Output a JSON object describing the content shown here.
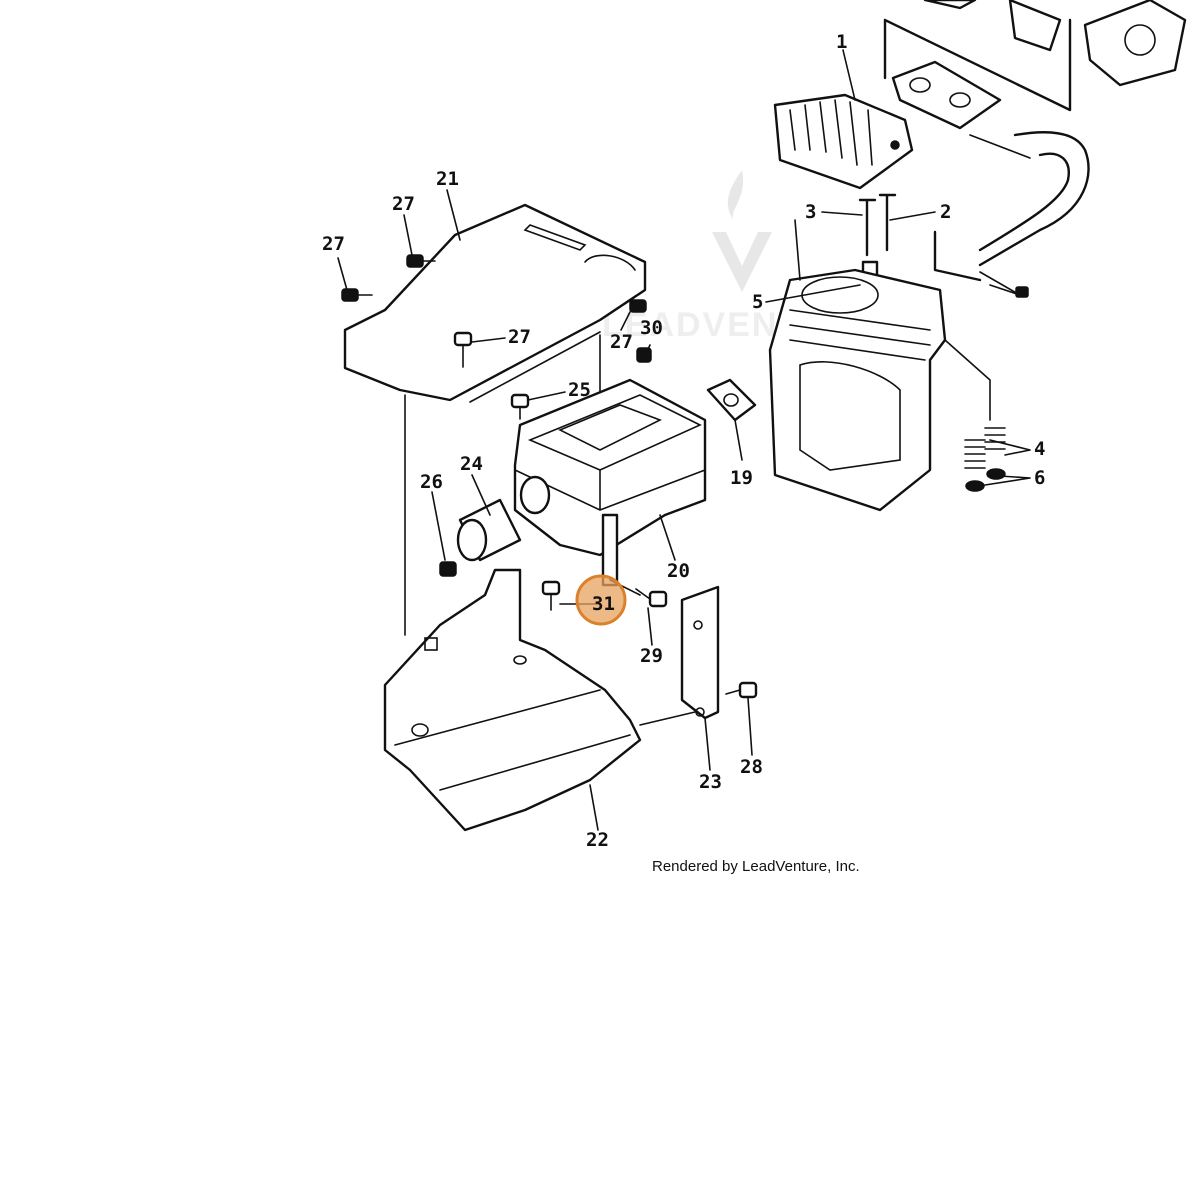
{
  "diagram": {
    "highlight_color": "#d9822b",
    "highlighted_callout": "31",
    "callouts": [
      {
        "id": "c1",
        "text": "1"
      },
      {
        "id": "c2",
        "text": "2"
      },
      {
        "id": "c3",
        "text": "3"
      },
      {
        "id": "c4",
        "text": "4"
      },
      {
        "id": "c5",
        "text": "5"
      },
      {
        "id": "c6",
        "text": "6"
      },
      {
        "id": "c19",
        "text": "19"
      },
      {
        "id": "c20",
        "text": "20"
      },
      {
        "id": "c21",
        "text": "21"
      },
      {
        "id": "c22",
        "text": "22"
      },
      {
        "id": "c23",
        "text": "23"
      },
      {
        "id": "c24",
        "text": "24"
      },
      {
        "id": "c25",
        "text": "25"
      },
      {
        "id": "c26",
        "text": "26"
      },
      {
        "id": "c27a",
        "text": "27"
      },
      {
        "id": "c27b",
        "text": "27"
      },
      {
        "id": "c27c",
        "text": "27"
      },
      {
        "id": "c27d",
        "text": "27"
      },
      {
        "id": "c28",
        "text": "28"
      },
      {
        "id": "c29",
        "text": "29"
      },
      {
        "id": "c30",
        "text": "30"
      },
      {
        "id": "c31",
        "text": "31"
      }
    ],
    "watermark_text": "LEADVENTURE",
    "credit_text": "Rendered by LeadVenture, Inc."
  }
}
